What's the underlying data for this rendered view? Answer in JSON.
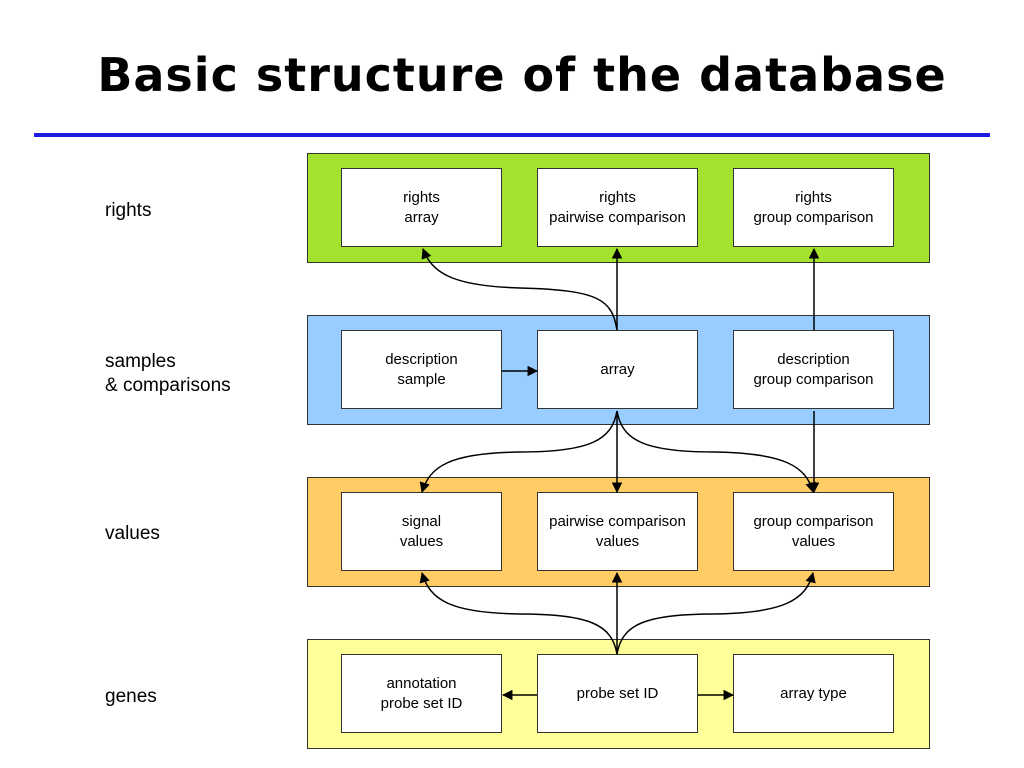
{
  "title": "Basic structure of the database",
  "colors": {
    "rule": "#1a1ae0",
    "rights_band": "#a3e22e",
    "samples_band": "#99ccff",
    "values_band": "#ffcc66",
    "genes_band": "#ffff99"
  },
  "rows": [
    {
      "label": "rights",
      "nodes": [
        "rights\narray",
        "rights\npairwise comparison",
        "rights\ngroup comparison"
      ]
    },
    {
      "label": "samples\n& comparisons",
      "nodes": [
        "description\nsample",
        "array",
        "description\ngroup comparison"
      ]
    },
    {
      "label": "values",
      "nodes": [
        "signal\nvalues",
        "pairwise comparison\nvalues",
        "group comparison\nvalues"
      ]
    },
    {
      "label": "genes",
      "nodes": [
        "annotation\nprobe set ID",
        "probe set ID",
        "array type"
      ]
    }
  ],
  "edges": [
    {
      "from": "array",
      "to": "rights array"
    },
    {
      "from": "array",
      "to": "rights pairwise comparison"
    },
    {
      "from": "description group comparison",
      "to": "rights group comparison"
    },
    {
      "from": "description sample",
      "to": "array"
    },
    {
      "from": "array",
      "to": "signal values"
    },
    {
      "from": "array",
      "to": "pairwise comparison values"
    },
    {
      "from": "array",
      "to": "group comparison values"
    },
    {
      "from": "description group comparison",
      "to": "group comparison values"
    },
    {
      "from": "probe set ID",
      "to": "signal values"
    },
    {
      "from": "probe set ID",
      "to": "pairwise comparison values"
    },
    {
      "from": "probe set ID",
      "to": "group comparison values"
    },
    {
      "from": "probe set ID",
      "to": "annotation probe set ID"
    },
    {
      "from": "probe set ID",
      "to": "array type"
    }
  ]
}
